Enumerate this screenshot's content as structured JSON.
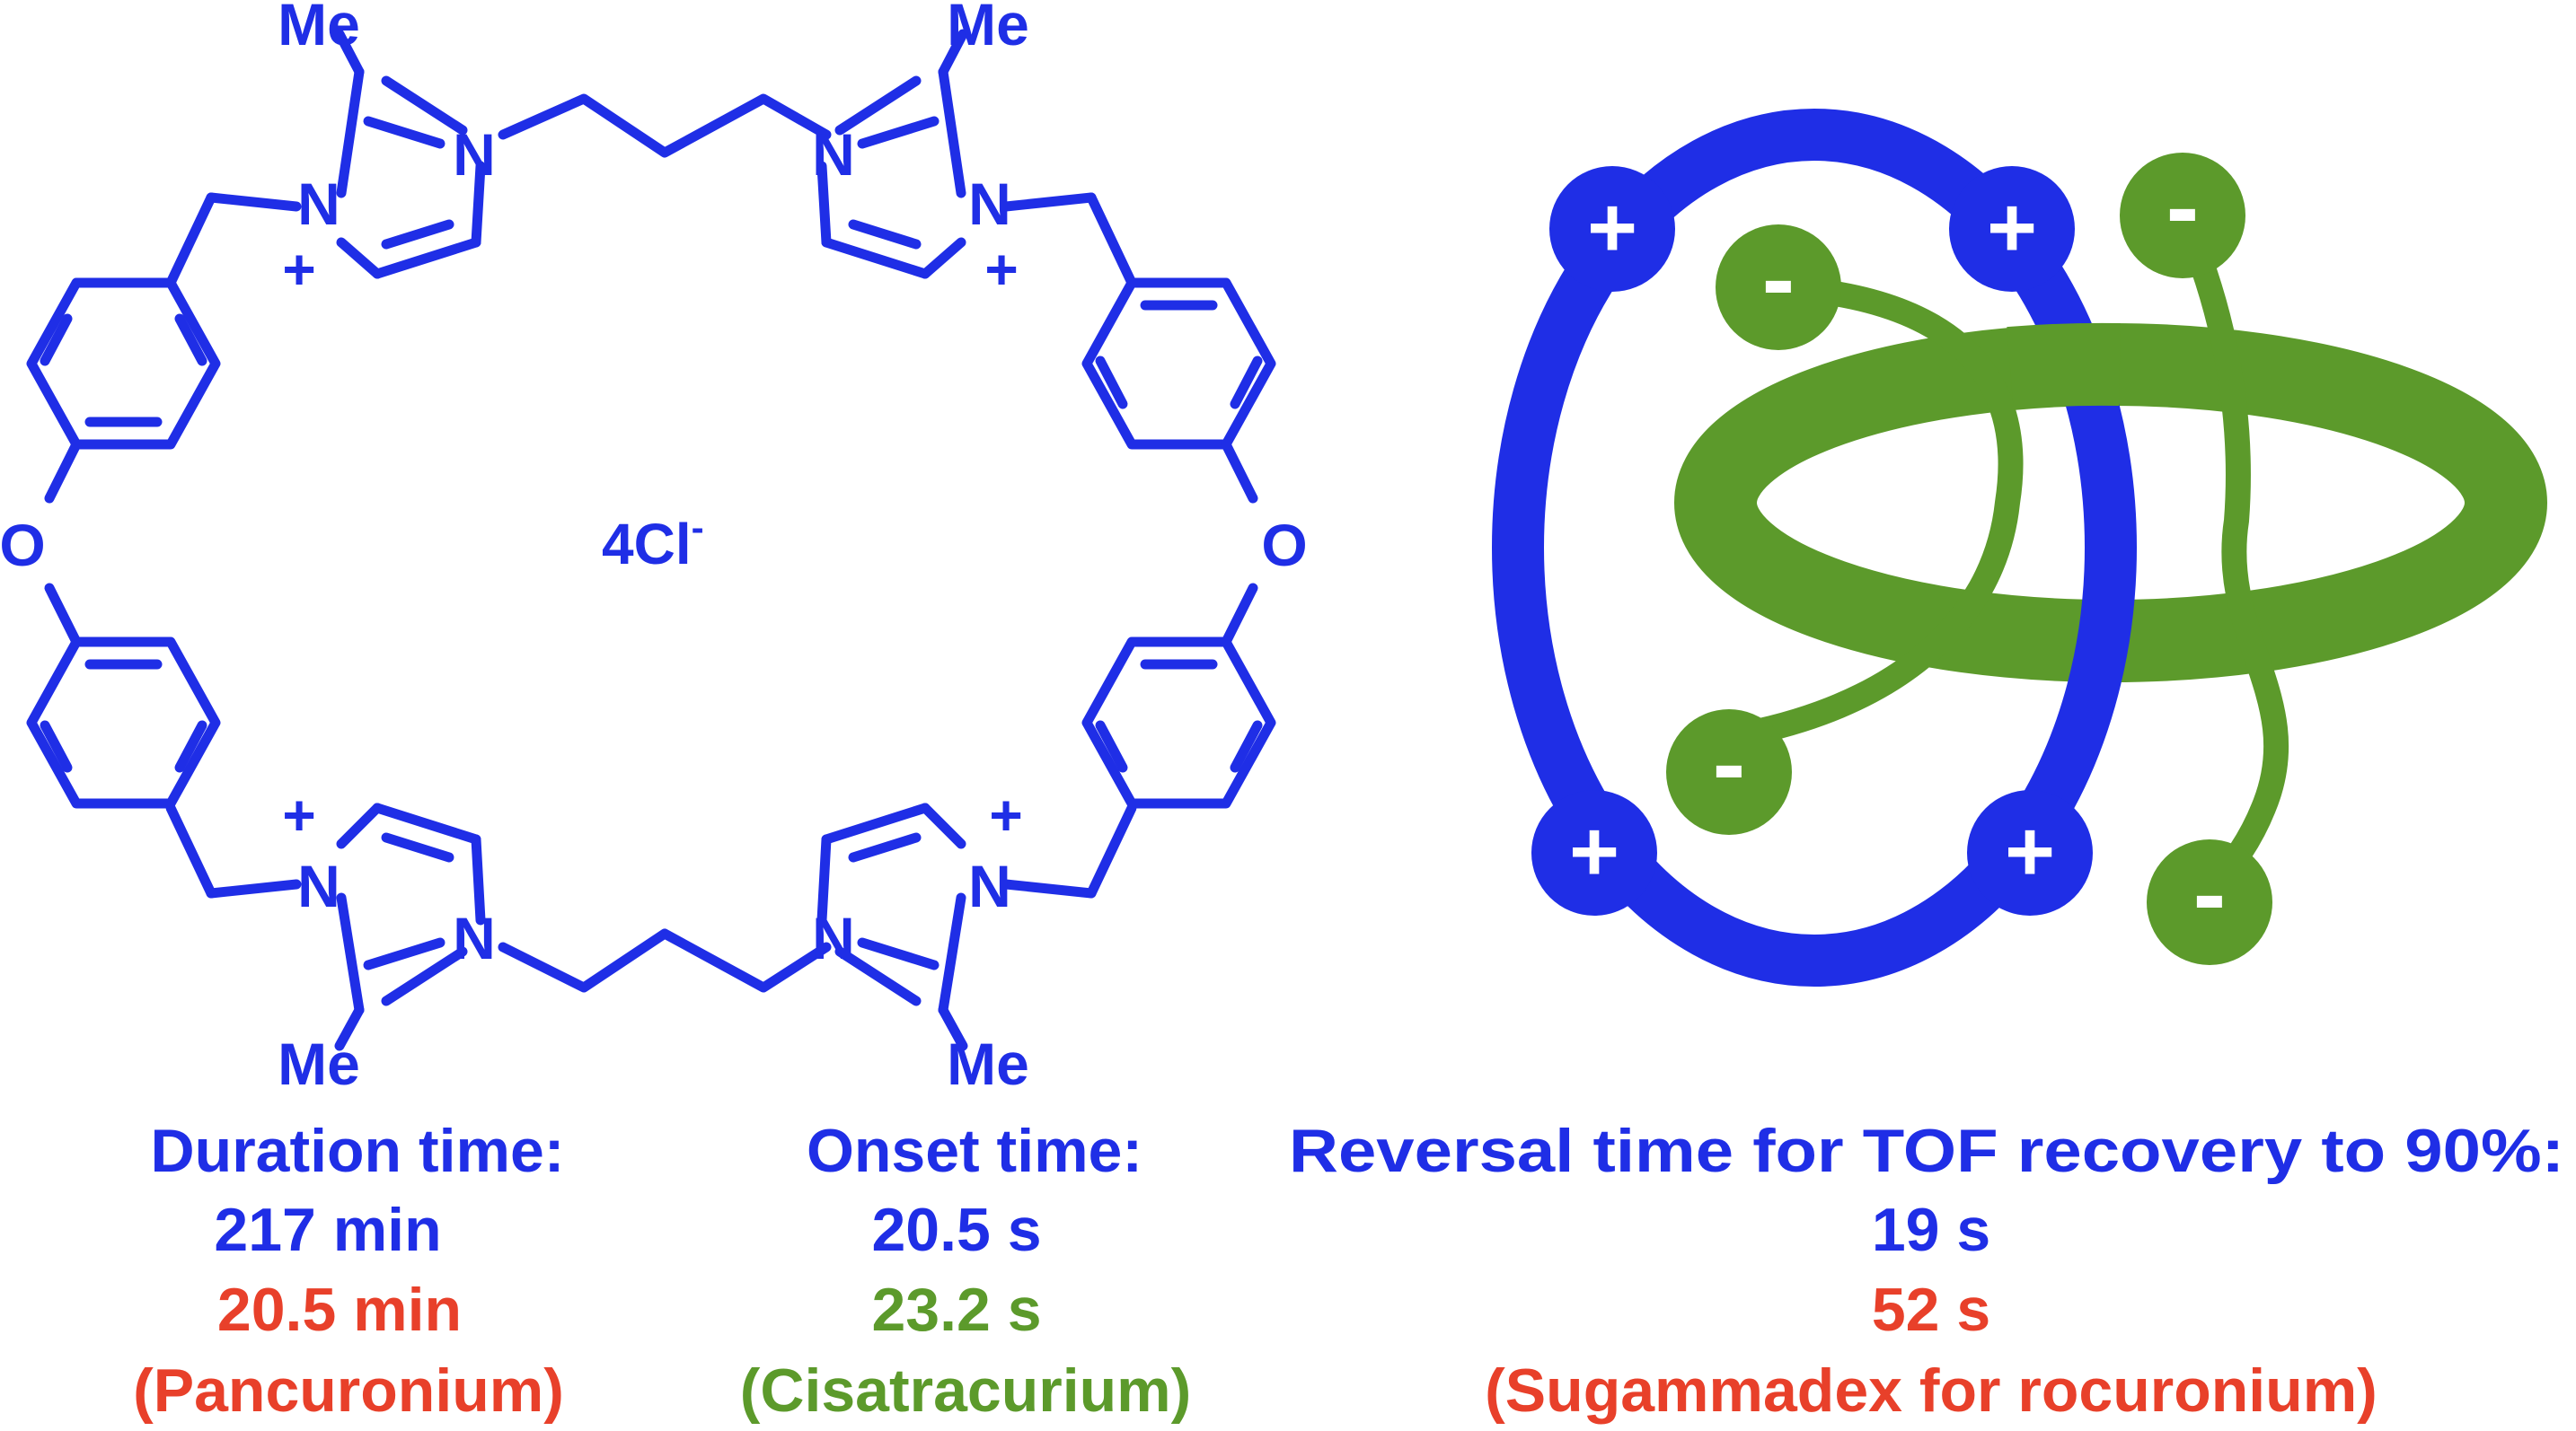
{
  "colors": {
    "blue": "#1f2ee6",
    "red": "#e8402a",
    "green": "#5c9a2b",
    "white": "#ffffff"
  },
  "molecule": {
    "atoms": {
      "me_label": "Me",
      "n_label": "N",
      "o_label": "O",
      "plus": "+"
    },
    "counterion": {
      "base": "4Cl",
      "sup": "-"
    }
  },
  "cartoon": {
    "host_charge": "+",
    "guest_charge": "-"
  },
  "stats": {
    "duration": {
      "heading": "Duration time:",
      "value": "217 min",
      "compare_value": "20.5 min",
      "compare_name": "(Pancuronium)"
    },
    "onset": {
      "heading": "Onset time:",
      "value": "20.5 s",
      "compare_value": "23.2 s",
      "compare_name": "(Cisatracurium)"
    },
    "reversal": {
      "heading": "Reversal time for TOF recovery to 90%:",
      "value": "19 s",
      "compare_value": "52 s",
      "compare_name": "(Sugammadex for rocuronium)"
    }
  }
}
